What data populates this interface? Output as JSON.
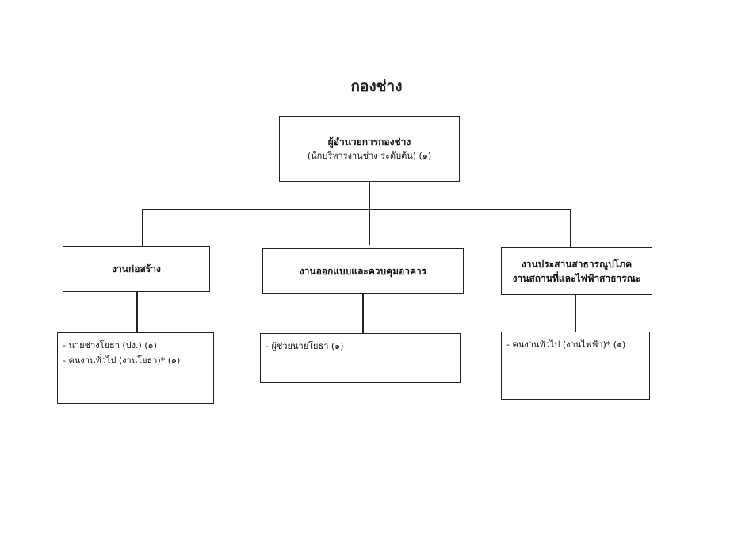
{
  "title": "กองช่าง",
  "root": {
    "title": "ผู้อำนวยการกองช่าง",
    "subtitle": "(นักบริหารงานช่าง ระดับต้น) (๑)"
  },
  "sections": [
    {
      "title": "งานก่อสร้าง",
      "items": [
        "- นายช่างโยธา (ปง.) (๑)",
        "- คนงานทั่วไป (งานโยธา)* (๑)"
      ]
    },
    {
      "title": "งานออกแบบและควบคุมอาคาร",
      "items": [
        "- ผู้ช่วยนายโยธา (๑)"
      ]
    },
    {
      "title_line1": "งานประสานสาธารณูปโภค",
      "title_line2": "งานสถานที่และไฟฟ้าสาธารณะ",
      "items": [
        "- คนงานทั่วไป (งานไฟฟ้า)* (๑)"
      ]
    }
  ]
}
